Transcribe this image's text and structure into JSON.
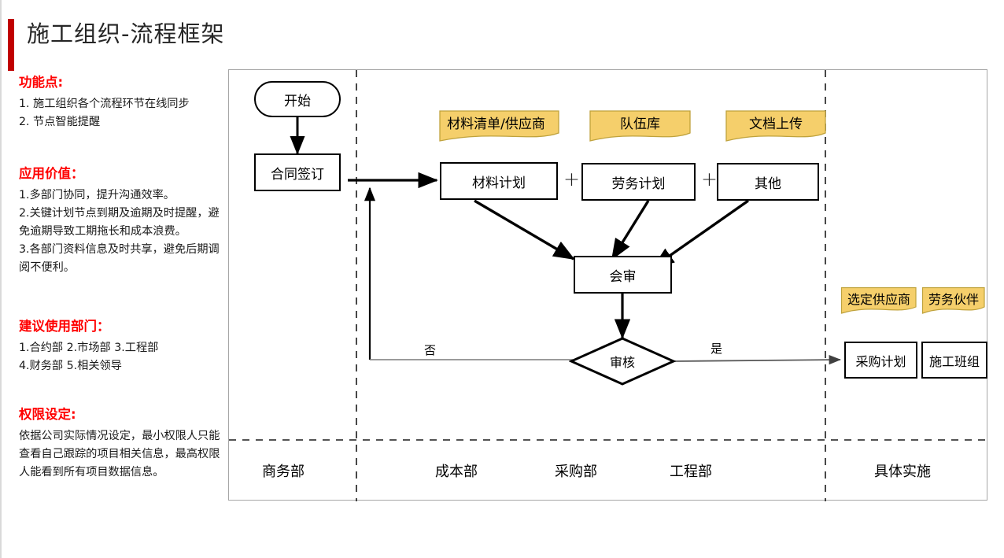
{
  "header": {
    "title": "施工组织-流程框架",
    "accent_color": "#c00000"
  },
  "theme": {
    "heading_color": "#ff0000",
    "sticky_fill": "#f5cf6b",
    "sticky_stroke": "#bfa23c",
    "node_stroke": "#000000",
    "frame_stroke": "#a6a6a6"
  },
  "sidebar": {
    "sections": [
      {
        "heading": "功能点:",
        "lines": [
          "1. 施工组织各个流程环节在线同步",
          "2. 节点智能提醒"
        ]
      },
      {
        "heading": "应用价值：",
        "lines": [
          "1.多部门协同，提升沟通效率。",
          "2.关键计划节点到期及逾期及时提醒，避免逾期导致工期拖长和成本浪费。",
          "3.各部门资料信息及时共享，避免后期调阅不便利。"
        ]
      },
      {
        "heading": "建议使用部门：",
        "lines": [
          "1.合约部 2.市场部 3.工程部",
          "4.财务部 5.相关领导"
        ]
      },
      {
        "heading": "权限设定:",
        "lines": [
          "依据公司实际情况设定，最小权限人只能查看自己跟踪的项目相关信息，最高权限人能看到所有项目数据信息。"
        ]
      }
    ]
  },
  "flowchart": {
    "nodes": {
      "start": "开始",
      "contract": "合同签订",
      "material_plan": "材料计划",
      "labor_plan": "劳务计划",
      "other": "其他",
      "joint_review": "会审",
      "approval": "审核",
      "purchase_plan": "采购计划",
      "construction_team": "施工班组"
    },
    "sticky_notes": {
      "material_list": "材料清单/供应商",
      "team_library": "队伍库",
      "doc_upload": "文档上传",
      "selected_supplier": "选定供应商",
      "labor_partner": "劳务伙伴"
    },
    "operators": {
      "plus_1": "+",
      "plus_2": "+"
    },
    "edge_labels": {
      "no": "否",
      "yes": "是"
    },
    "lanes": [
      "商务部",
      "成本部",
      "采购部",
      "工程部",
      "具体实施"
    ]
  }
}
